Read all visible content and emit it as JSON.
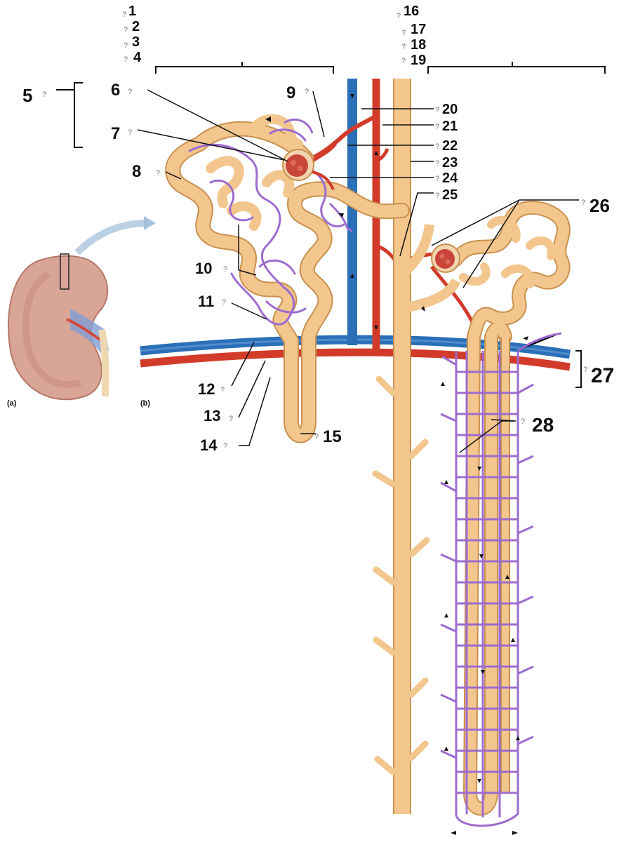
{
  "panel_labels": {
    "a": "(a)",
    "b": "(b)"
  },
  "question_mark": "?",
  "callouts": [
    "1",
    "2",
    "3",
    "4",
    "5",
    "6",
    "7",
    "8",
    "9",
    "10",
    "11",
    "12",
    "13",
    "14",
    "15",
    "16",
    "17",
    "18",
    "19",
    "20",
    "21",
    "22",
    "23",
    "24",
    "25",
    "26",
    "27",
    "28"
  ],
  "colors": {
    "tubule": "#f3c68e",
    "tubule_stroke": "#c9914f",
    "artery": "#d23b2a",
    "vein": "#2a6fb8",
    "capillary": "#9c6ccf",
    "glomerulus": "#c9473a",
    "kidney": "#d9a596",
    "leader": "#111111"
  }
}
